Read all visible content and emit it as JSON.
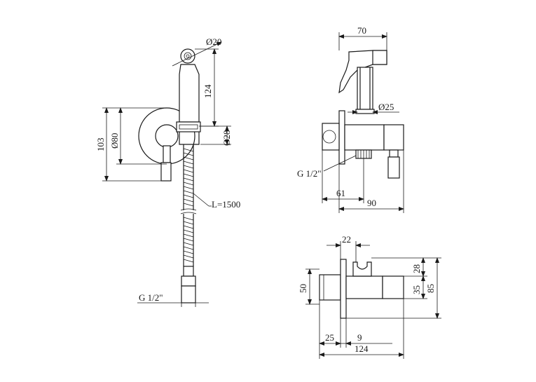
{
  "drawing": {
    "left_view": {
      "dia_20": "Ø20",
      "len_124": "124",
      "dia_28": "Ø28",
      "dia_80": "Ø80",
      "h_103": "103",
      "hose_len": "L=1500",
      "thread": "G 1/2\""
    },
    "right_top_view": {
      "w_70": "70",
      "dia_25": "Ø25",
      "thread": "G 1/2\"",
      "d_61": "61",
      "d_90": "90"
    },
    "right_bottom_view": {
      "w_22": "22",
      "h_28": "28",
      "h_35": "35",
      "h_85": "85",
      "h_50": "50",
      "w_25": "25",
      "w_9": "9",
      "w_124": "124"
    }
  }
}
